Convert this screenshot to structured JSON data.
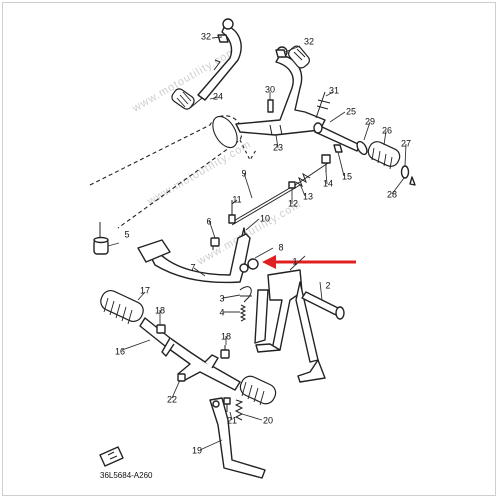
{
  "diagram": {
    "code": "36L5684-A260",
    "watermark": "www.motoutility.com",
    "highlight_color": "#e02020",
    "callouts": [
      "1",
      "2",
      "3",
      "4",
      "5",
      "6",
      "7",
      "8",
      "9",
      "10",
      "11",
      "12",
      "13",
      "14",
      "15",
      "16",
      "17",
      "18",
      "19",
      "20",
      "21",
      "22",
      "23",
      "24",
      "25",
      "26",
      "27",
      "28",
      "29",
      "30",
      "31",
      "32"
    ]
  }
}
